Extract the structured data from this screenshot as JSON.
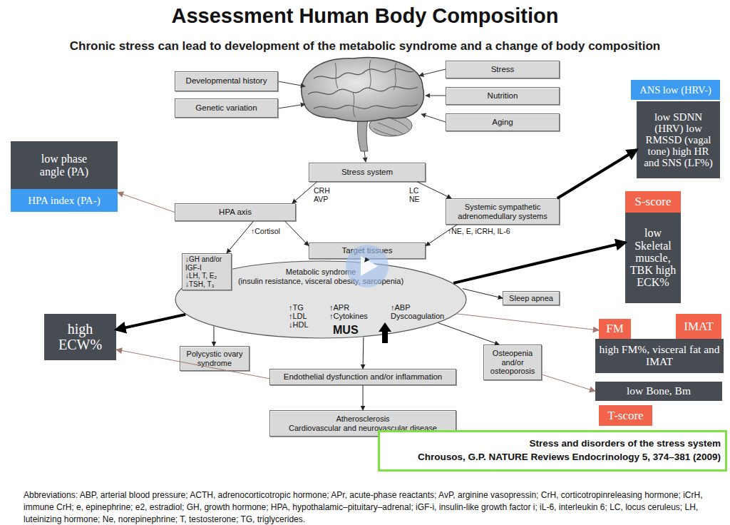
{
  "diagram": {
    "title": "Assessment Human Body Composition",
    "nodes": [
      {
        "text": [
          "Developmental history"
        ]
      },
      {
        "text": [
          "Genetic variation"
        ]
      },
      {
        "text": [
          "Stress"
        ]
      },
      {
        "text": [
          "Nutrition"
        ]
      },
      {
        "text": [
          "Aging"
        ]
      },
      {
        "text": [
          "ANS low (HRV-)"
        ]
      },
      {
        "text": [
          "low SDNN (HRV) low RMSSD (vagal tone) high HR and SNS (LF%)"
        ]
      },
      {
        "text": [
          "low phase angle (PA)"
        ]
      },
      {
        "text": [
          "HPA index (PA-)"
        ]
      },
      {
        "text": [
          "Stress system"
        ]
      },
      {
        "text": [
          "HPA axis"
        ]
      },
      {
        "text": [
          "Systemic sympathetic adrenomedullary systems"
        ]
      },
      {
        "text": [
          "S-score"
        ]
      },
      {
        "text": [
          "low Skeletal muscle, TBK high ECK%"
        ]
      },
      {
        "text": [
          "Target tissues"
        ]
      },
      {
        "text": [
          "↓GH and/or IGF-I",
          "↓LH, T, E₂",
          "↓TSH, T₃"
        ]
      },
      {
        "text": [
          "Metabolic syndrome",
          "(insulin resistance, visceral obesity, sarcopenia)",
          "↑TG ↑LDL ↓HDL",
          "↑APR ↑Cytokines",
          "↑ABP Dyscoagulation",
          "MUS"
        ]
      },
      {
        "text": [
          "Sleep apnea"
        ]
      },
      {
        "text": [
          "high ECW%"
        ]
      },
      {
        "text": [
          "FM"
        ]
      },
      {
        "text": [
          "IMAT"
        ]
      },
      {
        "text": [
          "high FM%, visceral fat and IMAT"
        ]
      },
      {
        "text": [
          "Polycystic ovary syndrome"
        ]
      },
      {
        "text": [
          "Endothelial dysfunction and/or inflammation"
        ]
      },
      {
        "text": [
          "Osteopenia and/or osteoporosis"
        ]
      },
      {
        "text": [
          "low Bone, Bm"
        ]
      },
      {
        "text": [
          "T-score"
        ]
      },
      {
        "text": [
          "Atherosclerosis",
          "Cardiovascular and neurovascular disease"
        ]
      },
      {
        "text": [
          "Stress and disorders of the stress system",
          "Chrousos, G.P. NATURE Reviews Endocrinology 5, 374–381 (2009)"
        ]
      }
    ],
    "edges": [
      {
        "from": 9,
        "to": 10,
        "arrow": "to"
      },
      {
        "from": 9,
        "to": 11,
        "arrow": "to"
      },
      {
        "from": 10,
        "to": 14,
        "arrow": "to"
      },
      {
        "from": 11,
        "to": 14,
        "arrow": "to"
      },
      {
        "from": 10,
        "to": 15,
        "arrow": "to"
      },
      {
        "from": 14,
        "to": 16,
        "arrow": "to"
      },
      {
        "from": 16,
        "to": 17,
        "arrow": "to"
      },
      {
        "from": 16,
        "to": 22,
        "arrow": "to"
      },
      {
        "from": 16,
        "to": 23,
        "arrow": "to"
      },
      {
        "from": 16,
        "to": 24,
        "arrow": "to"
      },
      {
        "from": 23,
        "to": 27,
        "arrow": "to"
      },
      {
        "from": 16,
        "to": 18,
        "arrow": "to"
      },
      {
        "from": 16,
        "to": 13,
        "arrow": "to"
      },
      {
        "from": 11,
        "to": 6,
        "arrow": "to"
      },
      {
        "from": 10,
        "to": 8,
        "arrow": "to"
      },
      {
        "from": 23,
        "to": 18,
        "arrow": "to"
      },
      {
        "from": 16,
        "to": 19,
        "arrow": "to"
      },
      {
        "from": 24,
        "to": 25,
        "arrow": "to"
      }
    ],
    "labels": [
      "Chronic stress can lead to development of the metabolic syndrome and a change of body composition",
      "CRH AVP",
      "LC NE",
      "↑Cortisol",
      "↑NE, E, iCRH, IL-6",
      "Abbreviations: ABP, arterial blood pressure; ACTH, adrenocorticotropic hormone; APr, acute-phase reactants; AvP, arginine vasopressin; CrH, corticotropinreleasing hormone; iCrH, immune CrH; e, epinephrine; e2, estradiol; GH, growth hormone; HPA, hypothalamic–pituitary–adrenal; iGF-i, insulin-like growth factor i; iL-6, interleukin 6; LC, locus ceruleus; LH, luteinizing hormone; Ne, norepinephrine; T, testosterone; TG, triglycerides."
    ]
  }
}
